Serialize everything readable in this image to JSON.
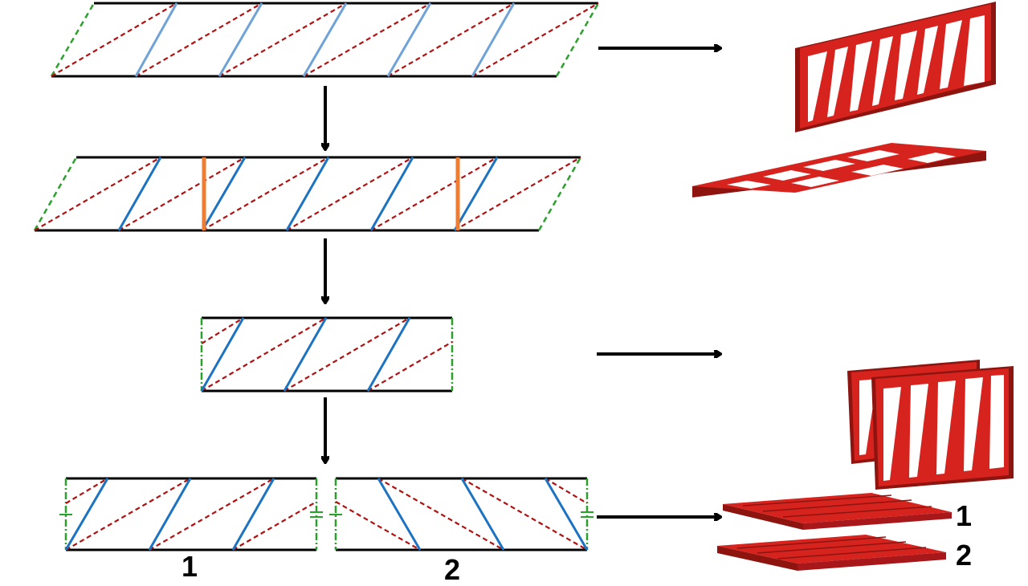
{
  "colors": {
    "chord": "#000000",
    "red_dashed": "#b01010",
    "blue_light": "#6fa3d8",
    "blue": "#1b73c2",
    "green_dashed": "#2ca02c",
    "orange": "#ee7d31",
    "arrow": "#000000",
    "model_face": "#d6231e",
    "model_shade": "#8e1410",
    "model_light": "#e8423b"
  },
  "strip_labels": {
    "strip_1": "1",
    "strip_2": "2"
  },
  "model_labels": {
    "plate_1": "1",
    "plate_2": "2"
  },
  "icons": {
    "arrow": "arrow-right-icon",
    "arrow_down": "arrow-down-icon"
  }
}
